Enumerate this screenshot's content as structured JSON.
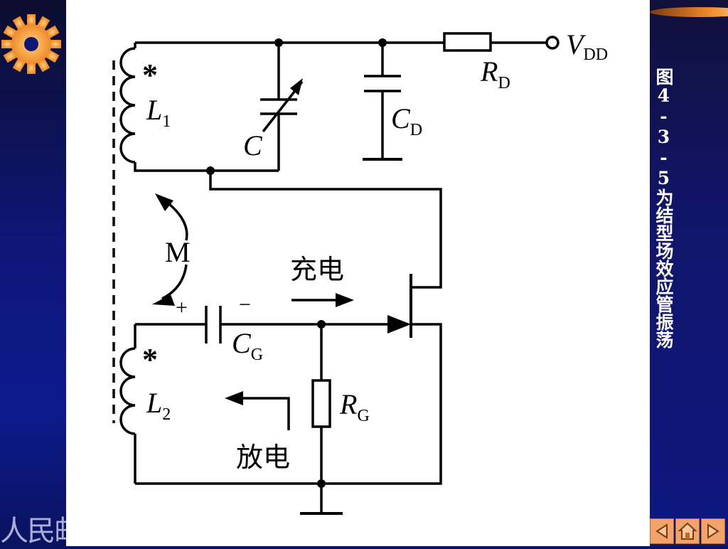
{
  "side_title": "图4-3-5为结型场效应管振荡",
  "publisher": "人民邮",
  "labels": {
    "vdd_main": "V",
    "vdd_sub": "DD",
    "rd_main": "R",
    "rd_sub": "D",
    "cd_main": "C",
    "cd_sub": "D",
    "c_var": "C",
    "l1_main": "L",
    "l1_sub": "1",
    "l2_main": "L",
    "l2_sub": "2",
    "cg_main": "C",
    "cg_sub": "G",
    "rg_main": "R",
    "rg_sub": "G",
    "mutual": "M",
    "dot1": "*",
    "dot2": "*",
    "plus": "+",
    "minus": "−",
    "charge": "充电",
    "discharge": "放电"
  },
  "nav": {
    "prev": "◀",
    "home": "⌂",
    "next": "▶"
  },
  "colors": {
    "frame": "#0a1360",
    "nav": "#f2a36a",
    "text": "#ffffff"
  }
}
